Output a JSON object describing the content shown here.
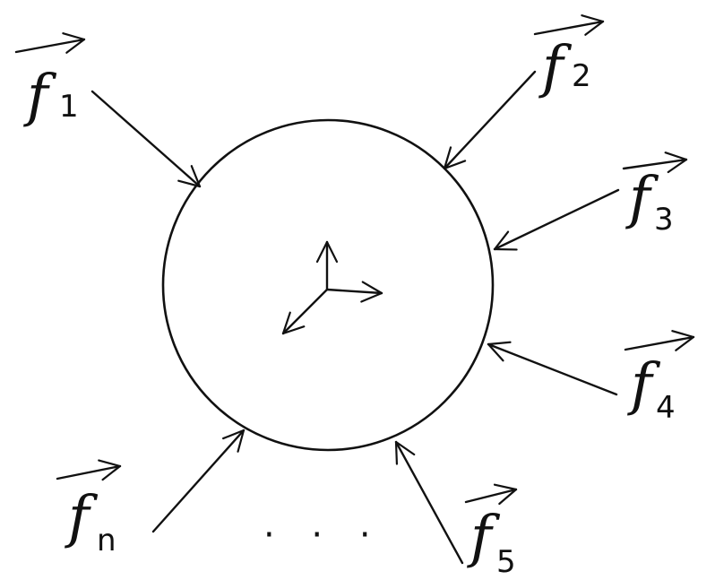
{
  "colors": {
    "ink": "#111111",
    "background": "#ffffff"
  },
  "body": {
    "name": "circle"
  },
  "forces": [
    {
      "id": "f1",
      "letter": "f",
      "subscript": "1",
      "vector_arrow": true
    },
    {
      "id": "f2",
      "letter": "f",
      "subscript": "2",
      "vector_arrow": true
    },
    {
      "id": "f3",
      "letter": "f",
      "subscript": "3",
      "vector_arrow": true
    },
    {
      "id": "f4",
      "letter": "f",
      "subscript": "4",
      "vector_arrow": true
    },
    {
      "id": "f5",
      "letter": "f",
      "subscript": "5",
      "vector_arrow": true
    },
    {
      "id": "fn",
      "letter": "f",
      "subscript": "n",
      "vector_arrow": true
    }
  ],
  "ellipsis": "· · ·"
}
